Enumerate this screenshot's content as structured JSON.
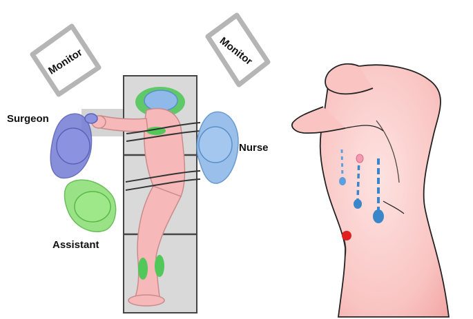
{
  "labels": {
    "surgeon": "Surgeon",
    "assistant": "Assistant",
    "nurse": "Nurse",
    "monitor_left": "Monitor",
    "monitor_right": "Monitor"
  },
  "colors": {
    "surgeon": "#7b82d6",
    "assistant": "#8ee07a",
    "nurse": "#8fb9e8",
    "table": "#d9d9d9",
    "patient_skin": "#f6b8b8",
    "strap": "#333333",
    "port": "#3a86c8",
    "marker": "#e02020",
    "monitor_frame": "#b5b5b5"
  },
  "icons": {
    "surgeon": "person-topdown-icon",
    "assistant": "person-topdown-icon",
    "nurse": "person-topdown-icon",
    "monitor": "monitor-icon",
    "port": "trocar-port-icon",
    "marker": "incision-marker-icon"
  }
}
